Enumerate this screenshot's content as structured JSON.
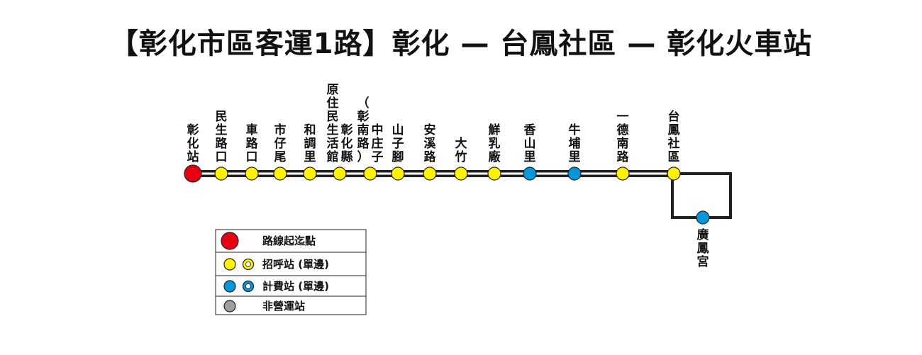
{
  "title": "【彰化市區客運1路】彰化 — 台鳳社區 — 彰化火車站",
  "colors": {
    "line": "#231f20",
    "start": "#e60012",
    "request": "#fff100",
    "fare": "#0098db",
    "inactive": "#9e9e9e",
    "stroke": "#231f20"
  },
  "stations": [
    {
      "name": "彰化站",
      "type": "start"
    },
    {
      "name": "民生路口",
      "type": "request"
    },
    {
      "name": "車路口",
      "type": "request"
    },
    {
      "name": "市仔尾",
      "type": "request"
    },
    {
      "name": "和調里",
      "type": "request"
    },
    {
      "name": "彰化縣原住民生活館",
      "type": "request",
      "lines": [
        "彰化縣",
        "原住民生活館"
      ]
    },
    {
      "name": "中庄子（彰南路）",
      "type": "request",
      "lines": [
        "中庄子",
        "（彰南路）"
      ]
    },
    {
      "name": "山子腳",
      "type": "request"
    },
    {
      "name": "安溪路",
      "type": "request"
    },
    {
      "name": "大竹",
      "type": "request"
    },
    {
      "name": "鮮乳廠",
      "type": "request"
    },
    {
      "name": "香山里",
      "type": "fare"
    },
    {
      "name": "牛埔里",
      "type": "fare"
    },
    {
      "name": "一德南路",
      "type": "request"
    },
    {
      "name": "台鳳社區",
      "type": "request"
    },
    {
      "name": "廣鳳宮",
      "type": "fare"
    }
  ],
  "legend": [
    {
      "type": "start",
      "label": "路線起迄點",
      "ring": false
    },
    {
      "type": "request",
      "label": "招呼站 (單邊)",
      "ring": true
    },
    {
      "type": "fare",
      "label": "計費站 (單邊)",
      "ring": true
    },
    {
      "type": "inactive",
      "label": "非營運站",
      "ring": false
    }
  ]
}
